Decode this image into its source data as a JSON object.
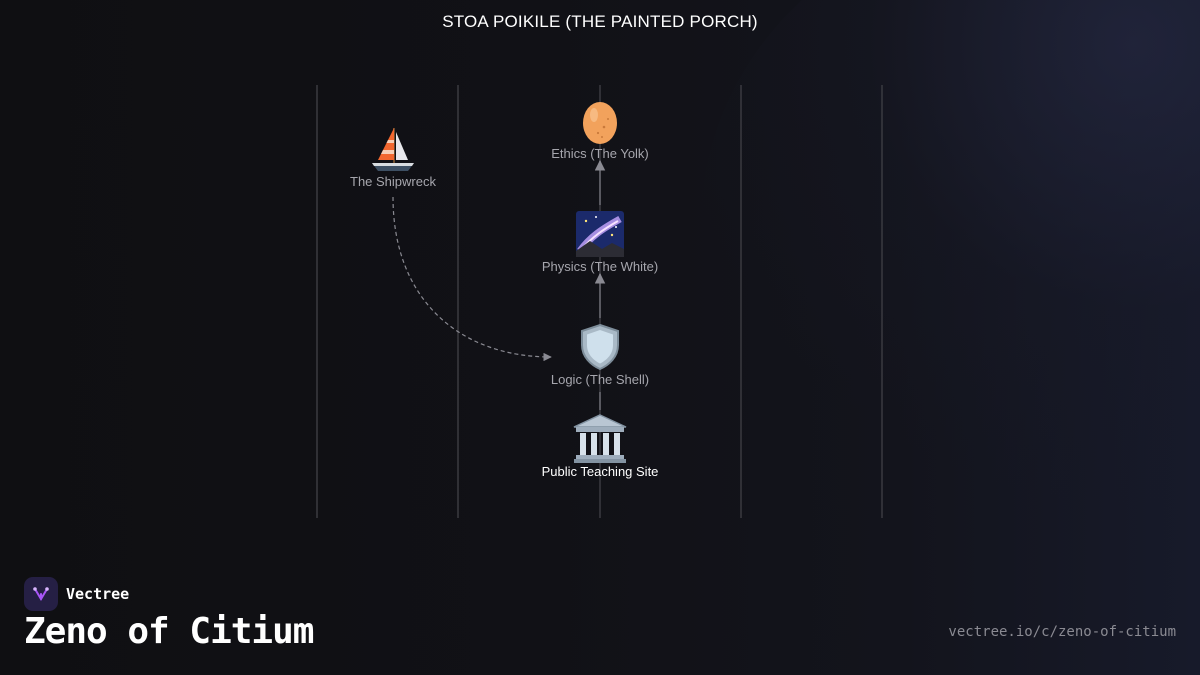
{
  "diagram": {
    "title": "STOA POIKILE (THE PAINTED PORCH)",
    "nodes": [
      {
        "id": "ethics",
        "icon": "egg-icon",
        "label": "Ethics (The Yolk)"
      },
      {
        "id": "physics",
        "icon": "milky-way-icon",
        "label": "Physics (The White)"
      },
      {
        "id": "logic",
        "icon": "shield-icon",
        "label": "Logic (The Shell)"
      },
      {
        "id": "site",
        "icon": "classical-building-icon",
        "label": "Public Teaching Site"
      },
      {
        "id": "shipwreck",
        "icon": "sailboat-icon",
        "label": "The Shipwreck"
      }
    ],
    "edges": [
      {
        "from": "site",
        "to": "logic",
        "style": "solid"
      },
      {
        "from": "logic",
        "to": "physics",
        "style": "solid"
      },
      {
        "from": "physics",
        "to": "ethics",
        "style": "solid"
      },
      {
        "from": "shipwreck",
        "to": "logic",
        "style": "dashed"
      }
    ]
  },
  "footer": {
    "brand": "Vectree",
    "heading": "Zeno of Citium",
    "url": "vectree.io/c/zeno-of-citium"
  },
  "colors": {
    "background": "#0f0f13",
    "text": "#ffffff",
    "label": "#a6a6ad",
    "line": "#4a4a52",
    "brand_bg": "#251f44",
    "brand_accent": "#a855f7"
  }
}
